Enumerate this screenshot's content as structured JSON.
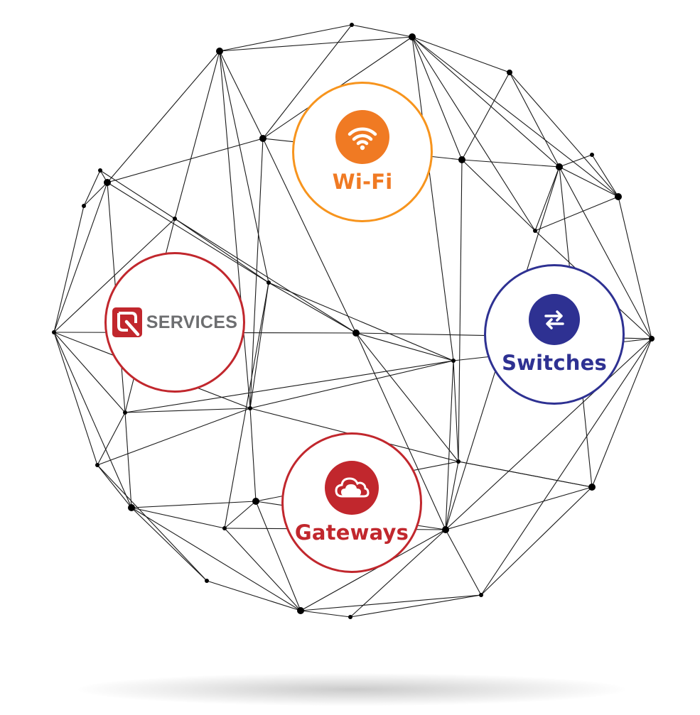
{
  "badges": {
    "wifi": {
      "label": "Wi-Fi",
      "icon": "wifi-icon",
      "color": "#f07a23",
      "ring_color": "#f7941d"
    },
    "services": {
      "label": "SERVICES",
      "icon": "q-logo-icon",
      "color": "#6d6e70",
      "ring_color": "#c1272d",
      "logo_color": "#c1272d"
    },
    "switches": {
      "label": "Switches",
      "icon": "arrows-swap-icon",
      "color": "#2e3192",
      "ring_color": "#2e3192"
    },
    "gateways": {
      "label": "Gateways",
      "icon": "cloud-icon",
      "color": "#c1272d",
      "ring_color": "#c1272d"
    }
  },
  "network": {
    "node_color": "#000000",
    "edge_color": "#1a1a1a"
  }
}
